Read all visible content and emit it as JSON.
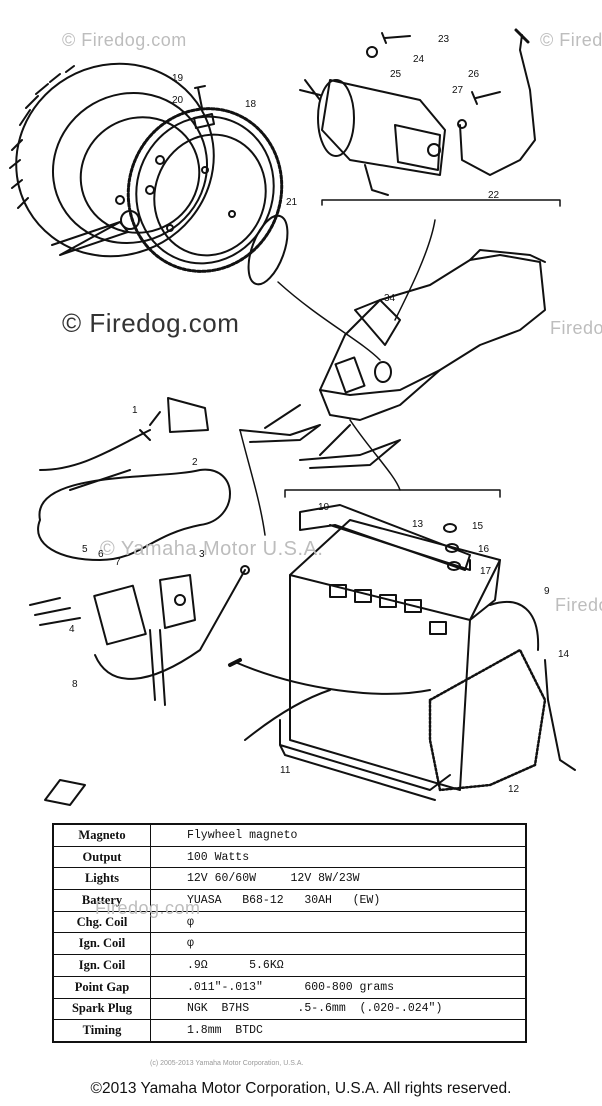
{
  "watermarks": {
    "corner": "© Firedog.com",
    "center": "© Firedog.com",
    "edge_top": "© Firedog",
    "edge_mid": "Firedog",
    "edge_right": "Firedog",
    "table": "Firedog.com",
    "yamaha": "© Yamaha Motor U.S.A."
  },
  "part_numbers": [
    "1",
    "2",
    "3",
    "4",
    "5",
    "6",
    "7",
    "8",
    "9",
    "10",
    "11",
    "12",
    "13",
    "14",
    "15",
    "16",
    "17",
    "18",
    "19",
    "20",
    "21",
    "22",
    "23",
    "24",
    "25",
    "26",
    "27",
    "34"
  ],
  "table_rows": [
    {
      "label": "Magneto",
      "value": "Flywheel magneto"
    },
    {
      "label": "Output",
      "value": "100 Watts"
    },
    {
      "label": "Lights",
      "value": "12V 60/60W     12V 8W/23W"
    },
    {
      "label": "Battery",
      "value": "YUASA   B68-12   30AH   (EW)"
    },
    {
      "label": "Chg. Coil",
      "value": "φ"
    },
    {
      "label": "Ign. Coil",
      "value": "φ"
    },
    {
      "label": "Ign. Coil",
      "value": ".9Ω      5.6KΩ"
    },
    {
      "label": "Point Gap",
      "value": ".011\"-.013\"      600-800 grams"
    },
    {
      "label": "Spark Plug",
      "value": "NGK  B7HS       .5-.6mm  (.020-.024\")"
    },
    {
      "label": "Timing",
      "value": "1.8mm  BTDC"
    }
  ],
  "table_fineprint": "(c) 2005-2013 Yamaha Motor Corporation, U.S.A.",
  "copyright": "©2013 Yamaha Motor Corporation, U.S.A. All rights reserved."
}
